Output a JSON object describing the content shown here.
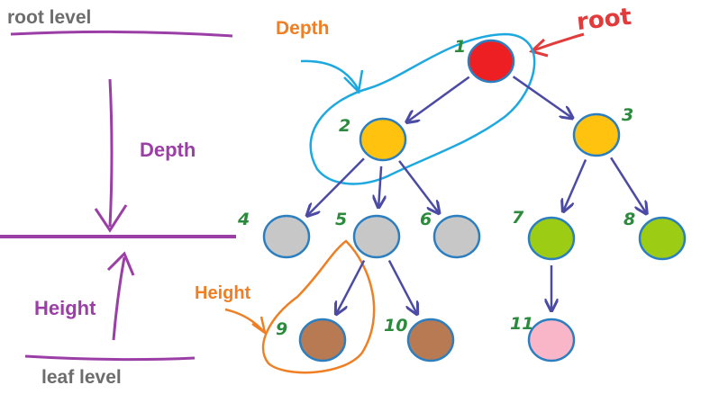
{
  "labels": {
    "root_level": "root level",
    "leaf_level": "leaf level",
    "depth_left": "Depth",
    "height_left": "Height",
    "depth_top": "Depth",
    "height_annot": "Height",
    "root": "root"
  },
  "colors": {
    "purple": "#9b3fa6",
    "orange": "#f07f24",
    "blue": "#1ea8e0",
    "red": "#e23b3b",
    "number_green": "#2c8a3c",
    "arrow": "#4b4ba6",
    "node_stroke": "#2b7fc0"
  },
  "nodes": [
    {
      "id": "1",
      "label": "1",
      "fill": "#ee1f22"
    },
    {
      "id": "2",
      "label": "2",
      "fill": "#ffc20e"
    },
    {
      "id": "3",
      "label": "3",
      "fill": "#ffc20e"
    },
    {
      "id": "4",
      "label": "4",
      "fill": "#c7c7c7"
    },
    {
      "id": "5",
      "label": "5",
      "fill": "#c7c7c7"
    },
    {
      "id": "6",
      "label": "6",
      "fill": "#c7c7c7"
    },
    {
      "id": "7",
      "label": "7",
      "fill": "#9ccc14"
    },
    {
      "id": "8",
      "label": "8",
      "fill": "#9ccc14"
    },
    {
      "id": "9",
      "label": "9",
      "fill": "#b87a52"
    },
    {
      "id": "10",
      "label": "10",
      "fill": "#b87a52"
    },
    {
      "id": "11",
      "label": "11",
      "fill": "#f8b6c8"
    }
  ],
  "edges": [
    [
      "1",
      "2"
    ],
    [
      "1",
      "3"
    ],
    [
      "2",
      "4"
    ],
    [
      "2",
      "5"
    ],
    [
      "2",
      "6"
    ],
    [
      "3",
      "7"
    ],
    [
      "3",
      "8"
    ],
    [
      "5",
      "9"
    ],
    [
      "5",
      "10"
    ],
    [
      "7",
      "11"
    ]
  ]
}
